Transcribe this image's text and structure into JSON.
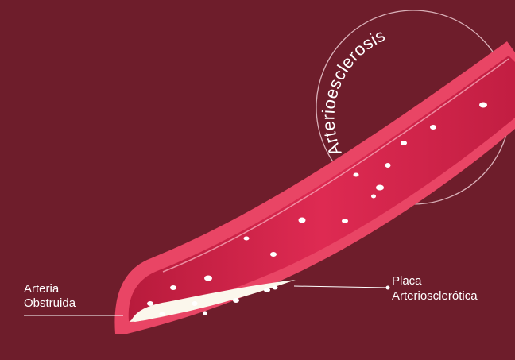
{
  "diagram": {
    "title": "Arterioesclerosis",
    "labels": {
      "artery_line1": "Arteria",
      "artery_line2": "Obstruida",
      "plaque_line1": "Placa",
      "plaque_line2": "Arteriosclerótica"
    },
    "colors": {
      "background": "#6e1d2b",
      "vessel_wall": "#e94565",
      "lumen": "#cc1f44",
      "plaque": "#fbf7ec",
      "text": "#ffffff"
    }
  }
}
